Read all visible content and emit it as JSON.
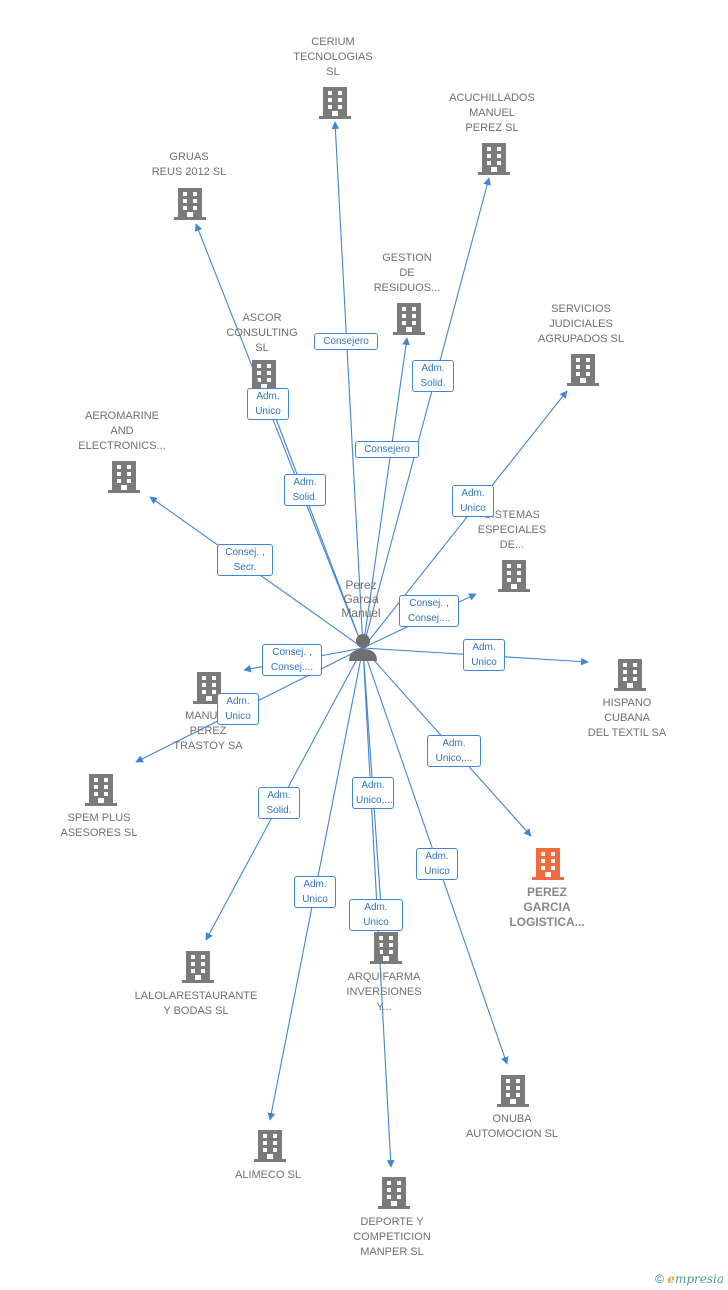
{
  "center": {
    "name": "Perez\nGarcia\nManuel",
    "icon": "person-icon"
  },
  "colors": {
    "edge": "#3f86d6",
    "building": "#7a7a7a",
    "highlight": "#f26a3d"
  },
  "nodes": [
    {
      "id": "cerium",
      "label": "CERIUM\nTECNOLOGIAS\nSL"
    },
    {
      "id": "acuchillados",
      "label": "ACUCHILLADOS\nMANUEL\nPEREZ SL"
    },
    {
      "id": "gruas",
      "label": "GRUAS\nREUS 2012 SL"
    },
    {
      "id": "gestion",
      "label": "GESTION\nDE\nRESIDUOS..."
    },
    {
      "id": "ascor",
      "label": "ASCOR\nCONSULTING\nSL"
    },
    {
      "id": "servicios",
      "label": "SERVICIOS\nJUDICIALES\nAGRUPADOS SL"
    },
    {
      "id": "aeromarine",
      "label": "AEROMARINE\nAND\nELECTRONICS..."
    },
    {
      "id": "sistemas",
      "label": "SISTEMAS\nESPECIALES\nDE..."
    },
    {
      "id": "hispano",
      "label": "HISPANO\nCUBANA\nDEL TEXTIL SA"
    },
    {
      "id": "manuel_perez",
      "label": "MANUEL\nPEREZ\nTRASTOY SA"
    },
    {
      "id": "spem",
      "label": "SPEM PLUS\nASESORES SL"
    },
    {
      "id": "perez_garcia",
      "label": "PEREZ\nGARCIA\nLOGISTICA..."
    },
    {
      "id": "lalola",
      "label": "LALOLARESTAURANTE\nY BODAS  SL"
    },
    {
      "id": "arquifarma",
      "label": "ARQUIFARMA\nINVERSIONES\nY..."
    },
    {
      "id": "onuba",
      "label": "ONUBA\nAUTOMOCION SL"
    },
    {
      "id": "alimeco",
      "label": "ALIMECO SL"
    },
    {
      "id": "deporte",
      "label": "DEPORTE Y\nCOMPETICION\nMANPER SL"
    }
  ],
  "edges": [
    {
      "to": "cerium",
      "label": "Consejero"
    },
    {
      "to": "acuchillados",
      "label": "Adm.\nSolid."
    },
    {
      "to": "gruas",
      "label": "Adm.\nSolid."
    },
    {
      "to": "gestion",
      "label": "Consejero"
    },
    {
      "to": "ascor",
      "label": "Adm.\nUnico"
    },
    {
      "to": "servicios",
      "label": "Adm.\nUnico"
    },
    {
      "to": "aeromarine",
      "label": "Consej. ,\nSecr."
    },
    {
      "to": "sistemas",
      "label": "Consej. ,\nConsej...."
    },
    {
      "to": "hispano",
      "label": "Adm.\nUnico"
    },
    {
      "to": "manuel_perez",
      "label": "Consej. ,\nConsej...."
    },
    {
      "to": "spem",
      "label": "Adm.\nUnico"
    },
    {
      "to": "perez_garcia",
      "label": "Adm.\nUnico,..."
    },
    {
      "to": "lalola",
      "label": "Adm.\nSolid."
    },
    {
      "to": "arquifarma",
      "label": "Adm.\nUnico,..."
    },
    {
      "to": "onuba",
      "label": "Adm.\nUnico"
    },
    {
      "to": "alimeco",
      "label": "Adm.\nUnico"
    },
    {
      "to": "deporte",
      "label": "Adm.\nUnico"
    }
  ],
  "footer": {
    "copyright": "©",
    "brand_initial": "e",
    "brand_rest": "mpresia"
  }
}
